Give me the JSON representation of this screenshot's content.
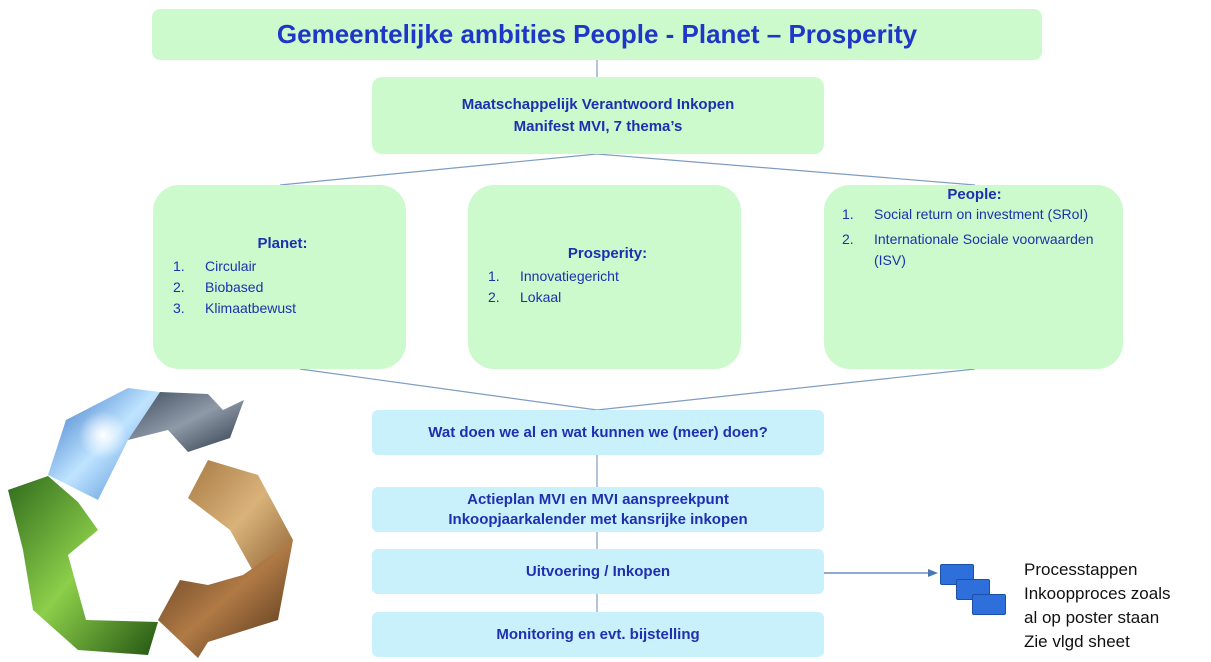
{
  "title": "Gemeentelijke ambities People - Planet – Prosperity",
  "mvi": {
    "line1": "Maatschappelijk  Verantwoord  Inkopen",
    "line2": "Manifest MVI, 7 thema’s"
  },
  "planet": {
    "title": "Planet:",
    "items": [
      {
        "num": "1.",
        "text": "Circulair"
      },
      {
        "num": "2.",
        "text": "Biobased"
      },
      {
        "num": "3.",
        "text": "Klimaatbewust"
      }
    ]
  },
  "prosperity": {
    "title": "Prosperity:",
    "items": [
      {
        "num": "1.",
        "text": "Innovatiegericht"
      },
      {
        "num": "2.",
        "text": "Lokaal"
      }
    ]
  },
  "people": {
    "title": "People:",
    "items": [
      {
        "num": "1.",
        "text": "Social return on investment (SRoI)"
      },
      {
        "num": "2.",
        "text": "Internationale Sociale voorwaarden (ISV)"
      }
    ]
  },
  "steps": {
    "question": "Wat doen we al en wat kunnen we (meer) doen?",
    "actieplan_line1": "Actieplan MVI en MVI aanspreekpunt",
    "actieplan_line2": "Inkoopjaarkalender  met kansrijke inkopen",
    "uitvoering": "Uitvoering / Inkopen",
    "monitoring": "Monitoring  en evt. bijstelling"
  },
  "side_note": {
    "line1": "Processtappen",
    "line2": "Inkoopproces zoals",
    "line3": "al op poster staan",
    "line4": "Zie vlgd sheet"
  },
  "colors": {
    "box_green": "#ccfacd",
    "box_cyan": "#c9f1fb",
    "text_blue": "#1f2fb0",
    "connector": "#4a78b0"
  }
}
